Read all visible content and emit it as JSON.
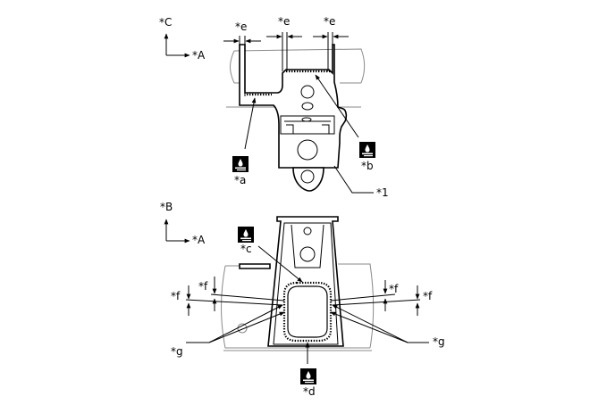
{
  "top_view": {
    "axis_vertical": "*C",
    "axis_horizontal": "*A",
    "dim_e_1": "*e",
    "dim_e_2": "*e",
    "dim_e_3": "*e",
    "callout_a": "*a",
    "callout_b": "*b",
    "callout_1": "*1"
  },
  "bottom_view": {
    "axis_vertical": "*B",
    "axis_horizontal": "*A",
    "callout_c": "*c",
    "callout_d": "*d",
    "dim_f_left_1": "*f",
    "dim_f_left_2": "*f",
    "dim_f_right_1": "*f",
    "dim_f_right_2": "*f",
    "callout_g_left": "*g",
    "callout_g_right": "*g"
  },
  "icons": {
    "weld_icon": "welding-symbol-icon"
  }
}
